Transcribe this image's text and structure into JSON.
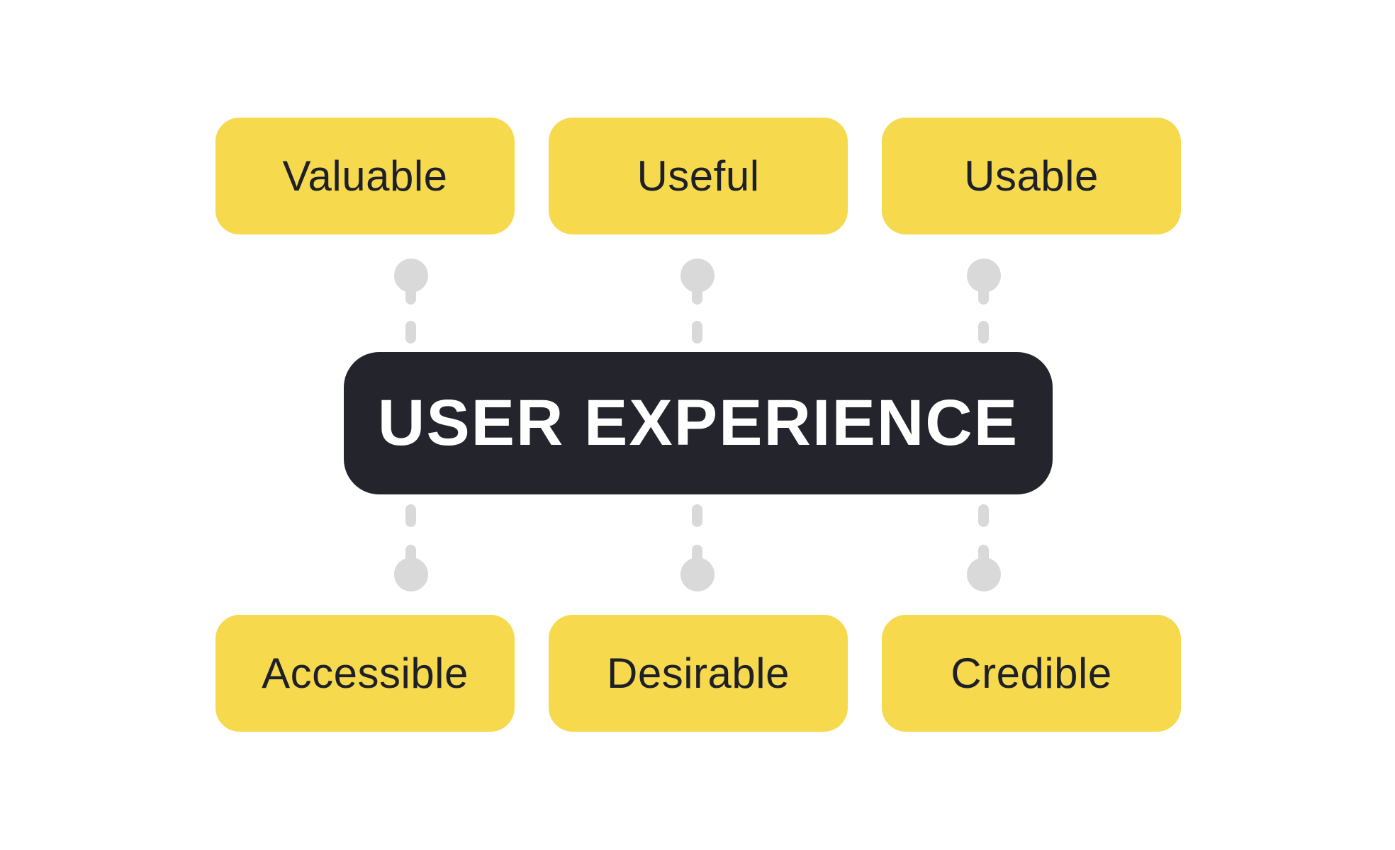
{
  "diagram": {
    "center": {
      "label": "USER EXPERIENCE"
    },
    "top_row": [
      {
        "label": "Valuable"
      },
      {
        "label": "Useful"
      },
      {
        "label": "Usable"
      }
    ],
    "bottom_row": [
      {
        "label": "Accessible"
      },
      {
        "label": "Desirable"
      },
      {
        "label": "Credible"
      }
    ],
    "colors": {
      "background": "#FFFFFF",
      "node_bg": "#F6D94C",
      "node_text": "#1E2029",
      "center_bg": "#23242C",
      "center_text": "#FFFFFF",
      "connector": "#D9D9D9"
    }
  }
}
